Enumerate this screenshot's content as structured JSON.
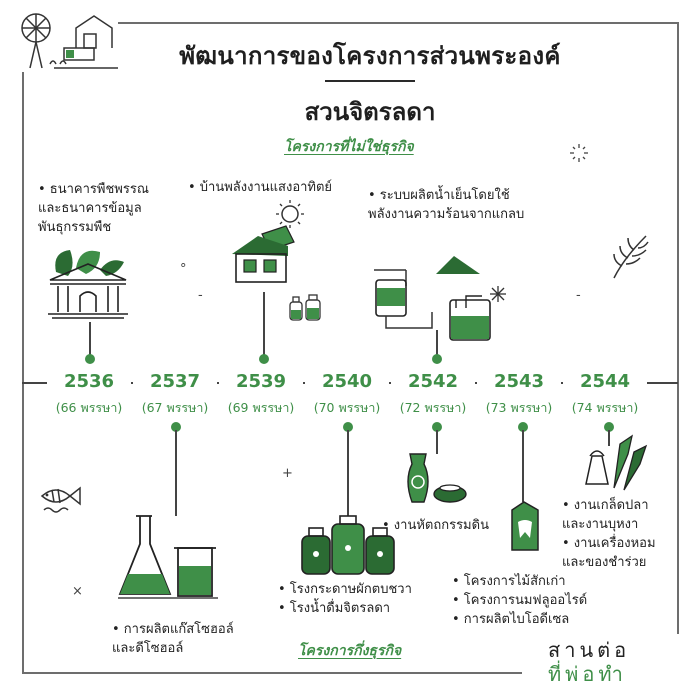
{
  "title": "พัฒนาการของโครงการส่วนพระองค์",
  "subtitle": "สวนจิตรลดา",
  "section_top": "โครงการที่ไม่ใช่ธุรกิจ",
  "section_bottom": "โครงการกึ่งธุรกิจ",
  "timeline": [
    {
      "year": "2536",
      "age": "(66 พรรษา)"
    },
    {
      "year": "2537",
      "age": "(67 พรรษา)"
    },
    {
      "year": "2539",
      "age": "(69 พรรษา)"
    },
    {
      "year": "2540",
      "age": "(70 พรรษา)"
    },
    {
      "year": "2542",
      "age": "(72 พรรษา)"
    },
    {
      "year": "2543",
      "age": "(73 พรรษา)"
    },
    {
      "year": "2544",
      "age": "(74 พรรษา)"
    }
  ],
  "top_notes": {
    "seed_bank": [
      "• ธนาคารพืชพรรณ",
      "และธนาคารข้อมูล",
      "พันธุกรรมพืช"
    ],
    "solar_house": [
      "• บ้านพลังงานแสงอาทิตย์"
    ],
    "chiller": [
      "• ระบบผลิตน้ำเย็นโดยใช้",
      "พลังงานความร้อนจากแกลบ"
    ]
  },
  "bottom_notes": {
    "alcohol": [
      "• การผลิตแก๊สโซฮอล์",
      "และดีโซฮอล์"
    ],
    "drinks": [
      "• โรงกระดาษผักตบชวา",
      "• โรงน้ำดื่มจิตรลดา"
    ],
    "pottery": [
      "• งานหัตถกรรมดิน"
    ],
    "wood": [
      "• โครงการไม้สักเก่า",
      "• โครงการนมฟลูออไรด์",
      "• การผลิตไบโอดีเซล"
    ],
    "craft": [
      "• งานเกล็ดปลา",
      "และงานบุหงา",
      "• งานเครื่องหอม",
      "และของชำร่วย"
    ]
  },
  "brand": {
    "line1": "สานต่อ",
    "line2": "ที่พ่อทำ"
  },
  "colors": {
    "accent": "#3f8f48",
    "dark": "#2b6b33",
    "line": "#444444"
  }
}
